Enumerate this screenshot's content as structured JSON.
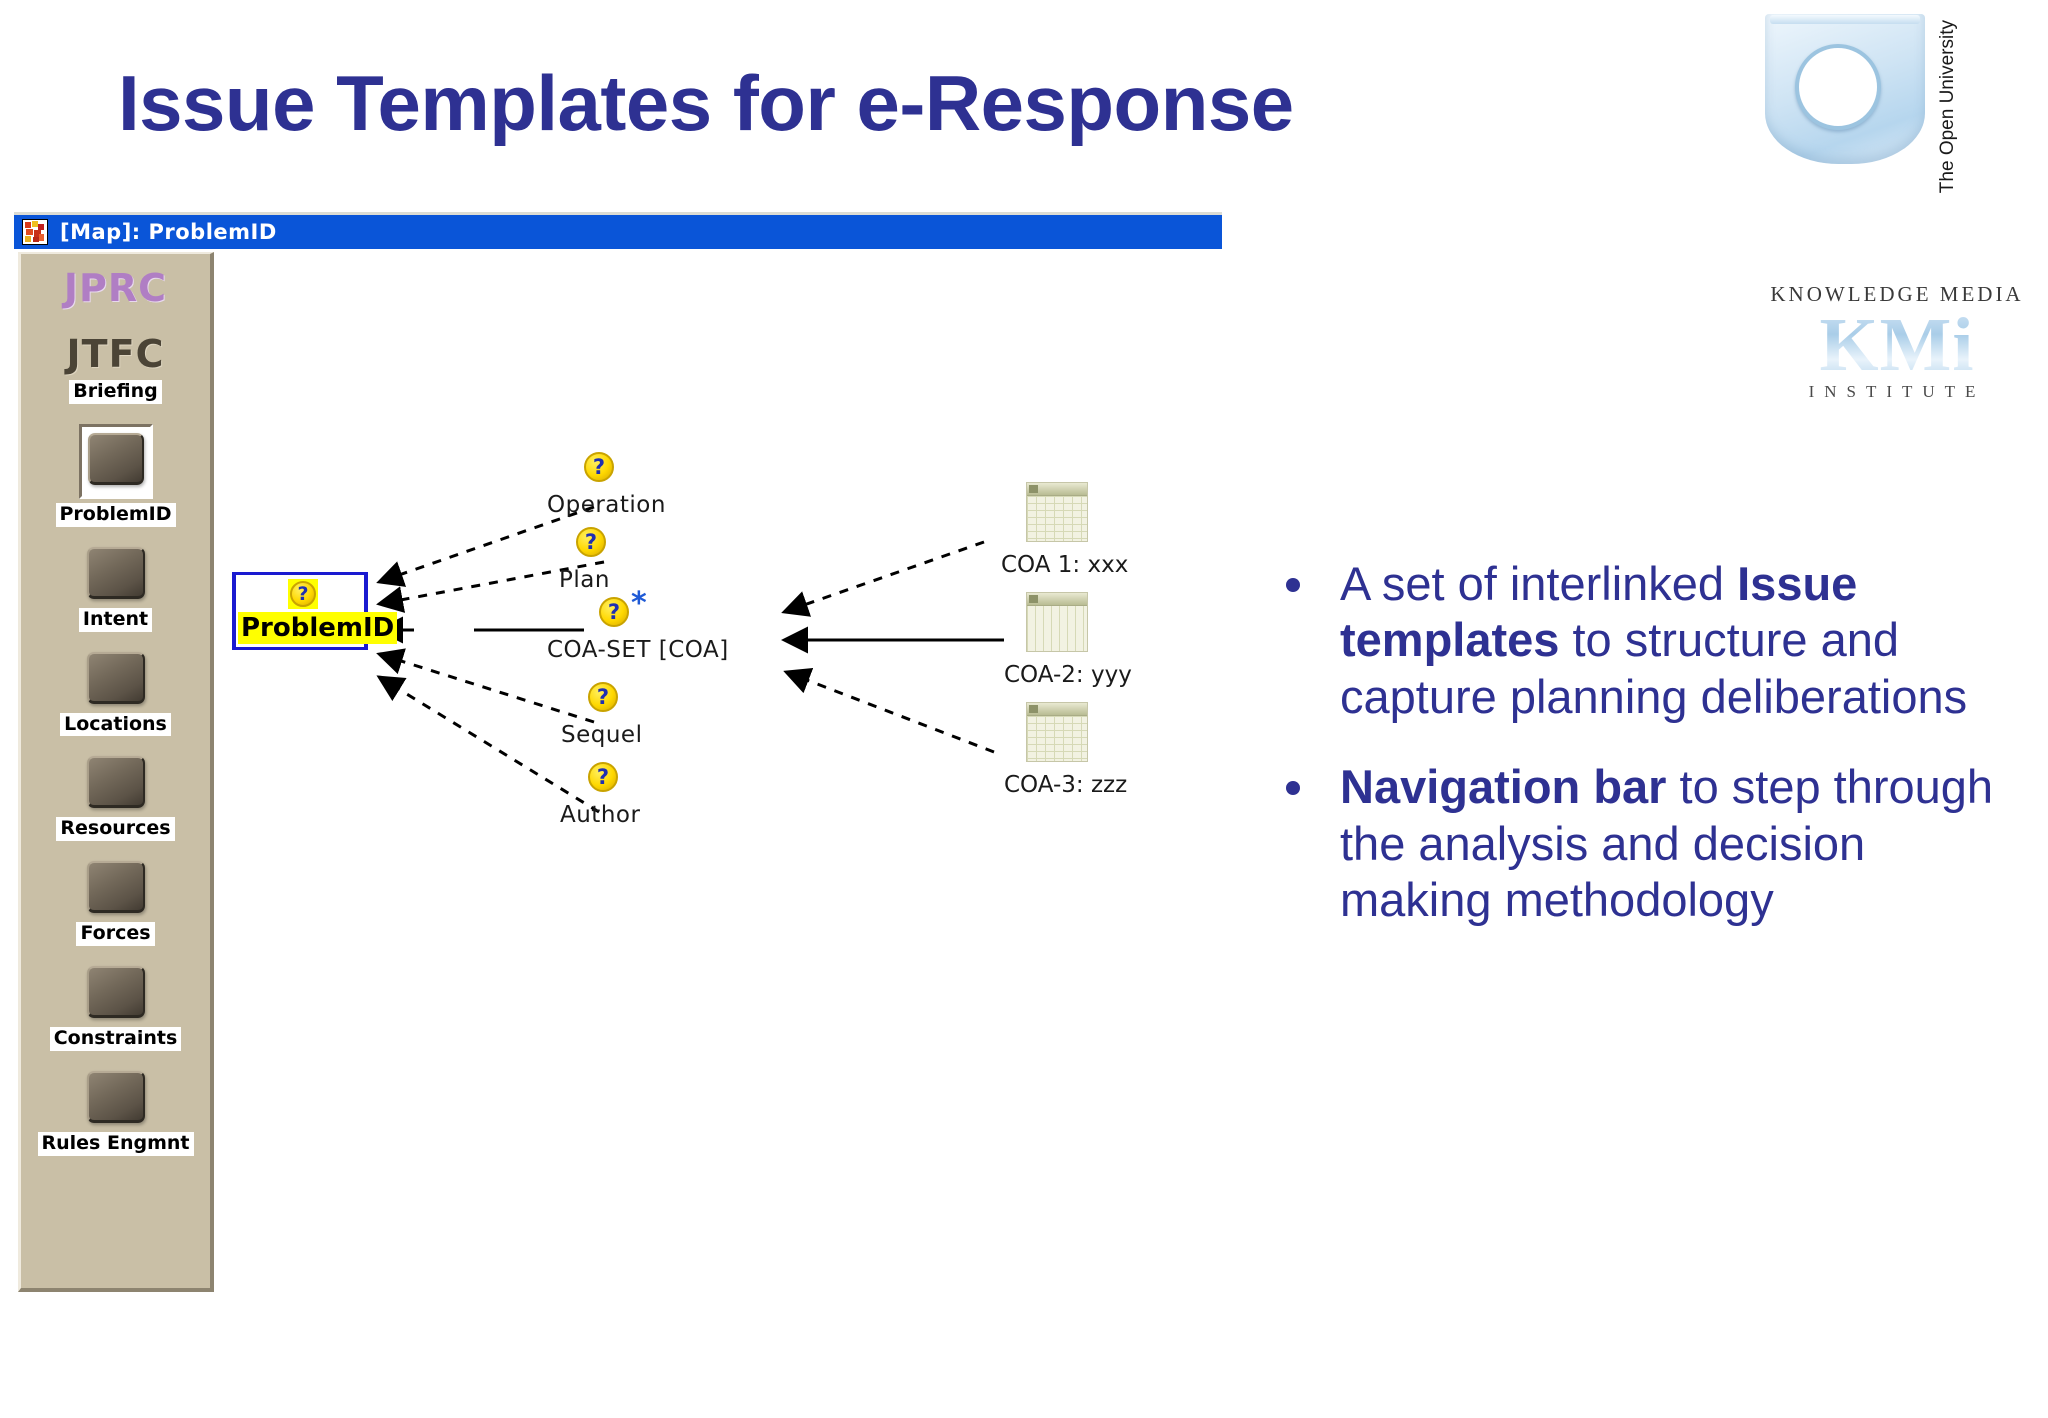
{
  "slide": {
    "title": "Issue Templates for e-Response"
  },
  "logos": {
    "open_university": {
      "vertical_text": "The Open University",
      "icon": "shield-logo"
    },
    "kmi": {
      "top_text": "KNOWLEDGE MEDIA",
      "wordmark": "KMi",
      "bottom_text": "INSTITUTE"
    }
  },
  "app_window": {
    "title": "[Map]: ProblemID",
    "icon": "app-mosaic-icon"
  },
  "nav_bar": {
    "headings": {
      "jprc": "JPRC",
      "jtfc": "JTFC"
    },
    "briefing_label": "Briefing",
    "items": [
      {
        "label": "ProblemID",
        "selected": true
      },
      {
        "label": "Intent",
        "selected": false
      },
      {
        "label": "Locations",
        "selected": false
      },
      {
        "label": "Resources",
        "selected": false
      },
      {
        "label": "Forces",
        "selected": false
      },
      {
        "label": "Constraints",
        "selected": false
      },
      {
        "label": "Rules Engmnt",
        "selected": false
      }
    ]
  },
  "map": {
    "center_node": {
      "label": "ProblemID",
      "icon": "question-issue-icon",
      "highlight_color": "#ffff00",
      "border_color": "#1a1ad0"
    },
    "issue_nodes": [
      {
        "label": "Operation",
        "icon": "question-issue-icon",
        "starred": false
      },
      {
        "label": "Plan",
        "icon": "question-issue-icon",
        "starred": false
      },
      {
        "label": "COA-SET [COA]",
        "icon": "question-issue-icon",
        "starred": true
      },
      {
        "label": "Sequel",
        "icon": "question-issue-icon",
        "starred": false
      },
      {
        "label": "Author",
        "icon": "question-issue-icon",
        "starred": false
      }
    ],
    "documents": [
      {
        "label": "COA 1: xxx",
        "icon": "spreadsheet-icon"
      },
      {
        "label": "COA-2: yyy",
        "icon": "spreadsheet-icon"
      },
      {
        "label": "COA-3: zzz",
        "icon": "spreadsheet-icon"
      }
    ]
  },
  "bullets": [
    {
      "parts": [
        {
          "text": "A set of interlinked ",
          "bold": false
        },
        {
          "text": "Issue templates",
          "bold": true
        },
        {
          "text": " to structure and capture planning deliberations",
          "bold": false
        }
      ]
    },
    {
      "parts": [
        {
          "text": "Navigation bar",
          "bold": true
        },
        {
          "text": " to step through the analysis and decision making methodology",
          "bold": false
        }
      ]
    }
  ],
  "colors": {
    "title": "#2e3192",
    "titlebar": "#0a55d8",
    "navbar_bg": "#c9bfa6",
    "node_highlight": "#ffff00"
  }
}
